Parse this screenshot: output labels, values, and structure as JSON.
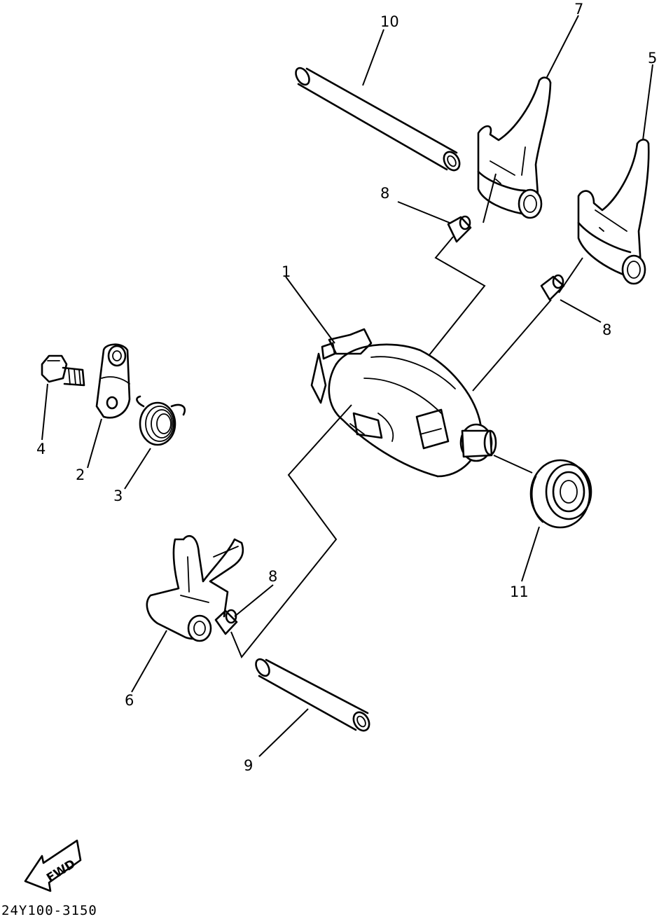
{
  "diagram": {
    "drawing_code": "24Y100-3150",
    "direction_label": "FWD",
    "callouts": [
      {
        "id": "c1",
        "label": "1"
      },
      {
        "id": "c2",
        "label": "2"
      },
      {
        "id": "c3",
        "label": "3"
      },
      {
        "id": "c4",
        "label": "4"
      },
      {
        "id": "c5",
        "label": "5"
      },
      {
        "id": "c6",
        "label": "6"
      },
      {
        "id": "c7",
        "label": "7"
      },
      {
        "id": "c8a",
        "label": "8"
      },
      {
        "id": "c8b",
        "label": "8"
      },
      {
        "id": "c8c",
        "label": "8"
      },
      {
        "id": "c9",
        "label": "9"
      },
      {
        "id": "c10",
        "label": "10"
      },
      {
        "id": "c11",
        "label": "11"
      }
    ]
  }
}
